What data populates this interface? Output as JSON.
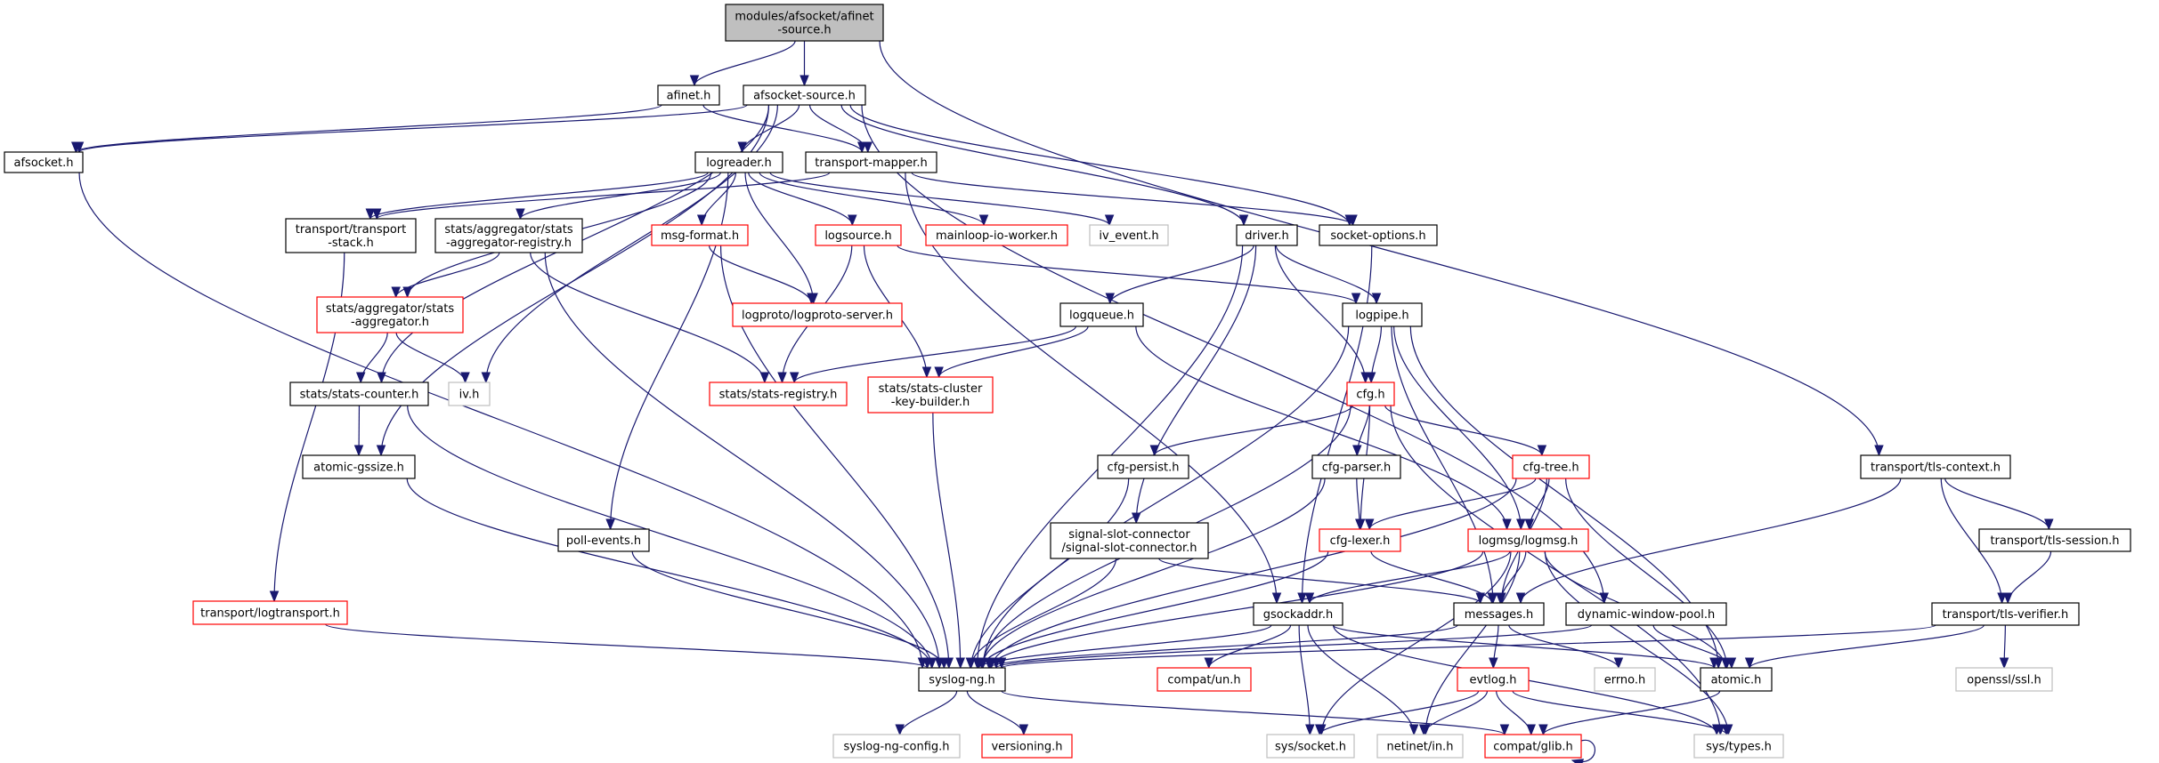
{
  "graph": {
    "title": "modules/afsocket/afinet-source.h",
    "colors": {
      "edge": "#191970",
      "root_fill": "#bfbfbf",
      "normal_border": "#000000",
      "incomplete_border": "#ff0000",
      "external_border": "#bfbfbf"
    },
    "nodes": [
      {
        "id": "root",
        "lines": [
          "modules/afsocket/afinet",
          "-source.h"
        ],
        "style": "root"
      },
      {
        "id": "afinet",
        "lines": [
          "afinet.h"
        ],
        "style": "normal"
      },
      {
        "id": "afsocket_source",
        "lines": [
          "afsocket-source.h"
        ],
        "style": "normal"
      },
      {
        "id": "afsocket",
        "lines": [
          "afsocket.h"
        ],
        "style": "normal"
      },
      {
        "id": "logreader",
        "lines": [
          "logreader.h"
        ],
        "style": "normal"
      },
      {
        "id": "transport_mapper",
        "lines": [
          "transport-mapper.h"
        ],
        "style": "normal"
      },
      {
        "id": "transport_stack",
        "lines": [
          "transport/transport",
          "-stack.h"
        ],
        "style": "normal"
      },
      {
        "id": "stats_agg_registry",
        "lines": [
          "stats/aggregator/stats",
          "-aggregator-registry.h"
        ],
        "style": "normal"
      },
      {
        "id": "msg_format",
        "lines": [
          "msg-format.h"
        ],
        "style": "red"
      },
      {
        "id": "logsource",
        "lines": [
          "logsource.h"
        ],
        "style": "red"
      },
      {
        "id": "mainloop_io_worker",
        "lines": [
          "mainloop-io-worker.h"
        ],
        "style": "red"
      },
      {
        "id": "iv_event",
        "lines": [
          "iv_event.h"
        ],
        "style": "gray"
      },
      {
        "id": "driver",
        "lines": [
          "driver.h"
        ],
        "style": "normal"
      },
      {
        "id": "socket_options",
        "lines": [
          "socket-options.h"
        ],
        "style": "normal"
      },
      {
        "id": "stats_aggregator",
        "lines": [
          "stats/aggregator/stats",
          "-aggregator.h"
        ],
        "style": "red"
      },
      {
        "id": "logproto_server",
        "lines": [
          "logproto/logproto-server.h"
        ],
        "style": "red"
      },
      {
        "id": "logqueue",
        "lines": [
          "logqueue.h"
        ],
        "style": "normal"
      },
      {
        "id": "logpipe",
        "lines": [
          "logpipe.h"
        ],
        "style": "normal"
      },
      {
        "id": "stats_counter",
        "lines": [
          "stats/stats-counter.h"
        ],
        "style": "normal"
      },
      {
        "id": "iv",
        "lines": [
          "iv.h"
        ],
        "style": "gray"
      },
      {
        "id": "stats_registry",
        "lines": [
          "stats/stats-registry.h"
        ],
        "style": "red"
      },
      {
        "id": "stats_cluster_kb",
        "lines": [
          "stats/stats-cluster",
          "-key-builder.h"
        ],
        "style": "red"
      },
      {
        "id": "cfg",
        "lines": [
          "cfg.h"
        ],
        "style": "red"
      },
      {
        "id": "atomic_gssize",
        "lines": [
          "atomic-gssize.h"
        ],
        "style": "normal"
      },
      {
        "id": "cfg_persist",
        "lines": [
          "cfg-persist.h"
        ],
        "style": "normal"
      },
      {
        "id": "cfg_parser",
        "lines": [
          "cfg-parser.h"
        ],
        "style": "normal"
      },
      {
        "id": "cfg_tree",
        "lines": [
          "cfg-tree.h"
        ],
        "style": "red"
      },
      {
        "id": "tls_context",
        "lines": [
          "transport/tls-context.h"
        ],
        "style": "normal"
      },
      {
        "id": "poll_events",
        "lines": [
          "poll-events.h"
        ],
        "style": "normal"
      },
      {
        "id": "signal_slot",
        "lines": [
          "signal-slot-connector",
          "/signal-slot-connector.h"
        ],
        "style": "normal"
      },
      {
        "id": "cfg_lexer",
        "lines": [
          "cfg-lexer.h"
        ],
        "style": "red"
      },
      {
        "id": "logmsg",
        "lines": [
          "logmsg/logmsg.h"
        ],
        "style": "red"
      },
      {
        "id": "tls_session",
        "lines": [
          "transport/tls-session.h"
        ],
        "style": "normal"
      },
      {
        "id": "logtransport",
        "lines": [
          "transport/logtransport.h"
        ],
        "style": "red"
      },
      {
        "id": "gsockaddr",
        "lines": [
          "gsockaddr.h"
        ],
        "style": "normal"
      },
      {
        "id": "messages",
        "lines": [
          "messages.h"
        ],
        "style": "normal"
      },
      {
        "id": "dyn_window_pool",
        "lines": [
          "dynamic-window-pool.h"
        ],
        "style": "normal"
      },
      {
        "id": "tls_verifier",
        "lines": [
          "transport/tls-verifier.h"
        ],
        "style": "normal"
      },
      {
        "id": "syslog_ng",
        "lines": [
          "syslog-ng.h"
        ],
        "style": "normal"
      },
      {
        "id": "compat_un",
        "lines": [
          "compat/un.h"
        ],
        "style": "red"
      },
      {
        "id": "evtlog",
        "lines": [
          "evtlog.h"
        ],
        "style": "red"
      },
      {
        "id": "errno",
        "lines": [
          "errno.h"
        ],
        "style": "gray"
      },
      {
        "id": "atomic",
        "lines": [
          "atomic.h"
        ],
        "style": "normal"
      },
      {
        "id": "openssl_ssl",
        "lines": [
          "openssl/ssl.h"
        ],
        "style": "gray"
      },
      {
        "id": "syslog_ng_config",
        "lines": [
          "syslog-ng-config.h"
        ],
        "style": "gray"
      },
      {
        "id": "versioning",
        "lines": [
          "versioning.h"
        ],
        "style": "red"
      },
      {
        "id": "sys_socket",
        "lines": [
          "sys/socket.h"
        ],
        "style": "gray"
      },
      {
        "id": "netinet_in",
        "lines": [
          "netinet/in.h"
        ],
        "style": "gray"
      },
      {
        "id": "compat_glib",
        "lines": [
          "compat/glib.h"
        ],
        "style": "red"
      },
      {
        "id": "sys_types",
        "lines": [
          "sys/types.h"
        ],
        "style": "gray"
      }
    ],
    "edges": [
      [
        "root",
        "afinet"
      ],
      [
        "root",
        "afsocket_source"
      ],
      [
        "root",
        "tls_context"
      ],
      [
        "afinet",
        "afsocket"
      ],
      [
        "afinet",
        "transport_mapper"
      ],
      [
        "afsocket_source",
        "afsocket"
      ],
      [
        "afsocket_source",
        "logreader"
      ],
      [
        "afsocket_source",
        "transport_mapper"
      ],
      [
        "afsocket_source",
        "driver"
      ],
      [
        "afsocket_source",
        "socket_options"
      ],
      [
        "afsocket_source",
        "dyn_window_pool"
      ],
      [
        "afsocket_source",
        "stats_counter"
      ],
      [
        "afsocket_source",
        "atomic_gssize"
      ],
      [
        "afsocket_source",
        "iv"
      ],
      [
        "afsocket",
        "syslog_ng"
      ],
      [
        "logreader",
        "transport_stack"
      ],
      [
        "logreader",
        "stats_agg_registry"
      ],
      [
        "logreader",
        "msg_format"
      ],
      [
        "logreader",
        "logsource"
      ],
      [
        "logreader",
        "mainloop_io_worker"
      ],
      [
        "logreader",
        "iv_event"
      ],
      [
        "logreader",
        "logproto_server"
      ],
      [
        "logreader",
        "poll_events"
      ],
      [
        "logreader",
        "stats_aggregator"
      ],
      [
        "transport_mapper",
        "transport_stack"
      ],
      [
        "transport_mapper",
        "socket_options"
      ],
      [
        "transport_mapper",
        "gsockaddr"
      ],
      [
        "transport_stack",
        "logtransport"
      ],
      [
        "stats_agg_registry",
        "stats_aggregator"
      ],
      [
        "stats_agg_registry",
        "stats_registry"
      ],
      [
        "stats_agg_registry",
        "syslog_ng"
      ],
      [
        "msg_format",
        "logproto_server"
      ],
      [
        "msg_format",
        "syslog_ng"
      ],
      [
        "logsource",
        "logpipe"
      ],
      [
        "logsource",
        "stats_registry"
      ],
      [
        "logsource",
        "stats_cluster_kb"
      ],
      [
        "driver",
        "logqueue"
      ],
      [
        "driver",
        "logpipe"
      ],
      [
        "driver",
        "cfg"
      ],
      [
        "driver",
        "signal_slot"
      ],
      [
        "driver",
        "syslog_ng"
      ],
      [
        "socket_options",
        "gsockaddr"
      ],
      [
        "stats_aggregator",
        "stats_counter"
      ],
      [
        "stats_aggregator",
        "iv"
      ],
      [
        "logqueue",
        "stats_registry"
      ],
      [
        "logqueue",
        "stats_cluster_kb"
      ],
      [
        "logqueue",
        "logmsg"
      ],
      [
        "logpipe",
        "cfg"
      ],
      [
        "logpipe",
        "logmsg"
      ],
      [
        "logpipe",
        "messages"
      ],
      [
        "logpipe",
        "atomic"
      ],
      [
        "logpipe",
        "syslog_ng"
      ],
      [
        "stats_counter",
        "atomic_gssize"
      ],
      [
        "stats_counter",
        "syslog_ng"
      ],
      [
        "stats_cluster_kb",
        "syslog_ng"
      ],
      [
        "cfg",
        "cfg_persist"
      ],
      [
        "cfg",
        "cfg_parser"
      ],
      [
        "cfg",
        "cfg_tree"
      ],
      [
        "cfg",
        "cfg_lexer"
      ],
      [
        "cfg",
        "syslog_ng"
      ],
      [
        "cfg",
        "sys_types"
      ],
      [
        "atomic_gssize",
        "syslog_ng"
      ],
      [
        "cfg_persist",
        "syslog_ng"
      ],
      [
        "cfg_parser",
        "cfg_lexer"
      ],
      [
        "cfg_parser",
        "syslog_ng"
      ],
      [
        "cfg_tree",
        "cfg_lexer"
      ],
      [
        "cfg_tree",
        "logmsg"
      ],
      [
        "cfg_tree",
        "messages"
      ],
      [
        "cfg_tree",
        "atomic"
      ],
      [
        "cfg_tree",
        "syslog_ng"
      ],
      [
        "tls_context",
        "tls_session"
      ],
      [
        "tls_context",
        "tls_verifier"
      ],
      [
        "tls_context",
        "messages"
      ],
      [
        "poll_events",
        "syslog_ng"
      ],
      [
        "signal_slot",
        "syslog_ng"
      ],
      [
        "signal_slot",
        "messages"
      ],
      [
        "cfg_lexer",
        "messages"
      ],
      [
        "cfg_lexer",
        "syslog_ng"
      ],
      [
        "logmsg",
        "messages"
      ],
      [
        "logmsg",
        "gsockaddr"
      ],
      [
        "logmsg",
        "atomic"
      ],
      [
        "logmsg",
        "syslog_ng"
      ],
      [
        "logmsg",
        "sys_types"
      ],
      [
        "logmsg",
        "sys_socket"
      ],
      [
        "logmsg",
        "netinet_in"
      ],
      [
        "tls_session",
        "tls_verifier"
      ],
      [
        "logtransport",
        "syslog_ng"
      ],
      [
        "gsockaddr",
        "syslog_ng"
      ],
      [
        "gsockaddr",
        "compat_un"
      ],
      [
        "gsockaddr",
        "sys_socket"
      ],
      [
        "gsockaddr",
        "netinet_in"
      ],
      [
        "gsockaddr",
        "atomic"
      ],
      [
        "gsockaddr",
        "sys_types"
      ],
      [
        "messages",
        "evtlog"
      ],
      [
        "messages",
        "errno"
      ],
      [
        "messages",
        "syslog_ng"
      ],
      [
        "dyn_window_pool",
        "atomic"
      ],
      [
        "dyn_window_pool",
        "syslog_ng"
      ],
      [
        "tls_verifier",
        "atomic"
      ],
      [
        "tls_verifier",
        "openssl_ssl"
      ],
      [
        "tls_verifier",
        "syslog_ng"
      ],
      [
        "syslog_ng",
        "syslog_ng_config"
      ],
      [
        "syslog_ng",
        "versioning"
      ],
      [
        "syslog_ng",
        "compat_glib"
      ],
      [
        "evtlog",
        "sys_socket"
      ],
      [
        "evtlog",
        "netinet_in"
      ],
      [
        "evtlog",
        "compat_glib"
      ],
      [
        "evtlog",
        "sys_types"
      ],
      [
        "atomic",
        "compat_glib"
      ],
      [
        "compat_glib",
        "compat_glib"
      ]
    ]
  }
}
